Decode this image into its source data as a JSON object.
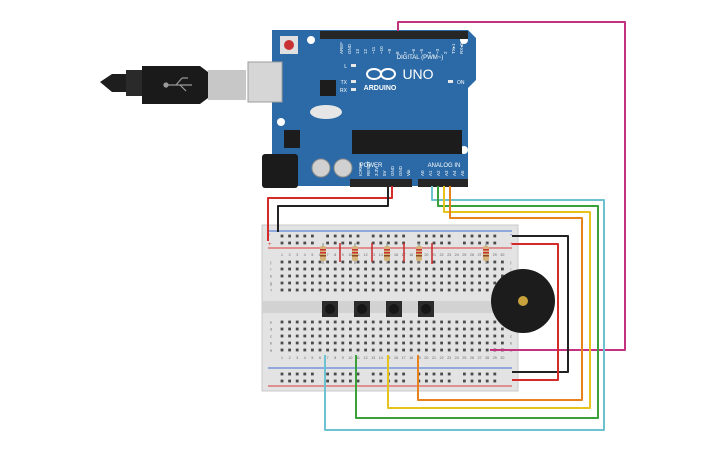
{
  "board": {
    "brand": "ARDUINO",
    "model": "UNO",
    "digital_header_label": "DIGITAL (PWM~)",
    "power_header_label": "POWER",
    "analog_header_label": "ANALOG IN",
    "led_labels": [
      "L",
      "TX",
      "RX"
    ],
    "on_label": "ON",
    "digital_pins": [
      "AREF",
      "GND",
      "13",
      "12",
      "~11",
      "~10",
      "~9",
      "8",
      "7",
      "~6",
      "~5",
      "4",
      "~3",
      "2",
      "TX▸1",
      "RX◂0"
    ],
    "power_pins": [
      "IOREF",
      "RESET",
      "3.3V",
      "5V",
      "GND",
      "GND",
      "Vin"
    ],
    "analog_pins": [
      "A0",
      "A1",
      "A2",
      "A3",
      "A4",
      "A5"
    ],
    "colors": {
      "pcb": "#2b6aa6",
      "pcb_dark": "#1f5286",
      "header": "#262626"
    }
  },
  "breadboard": {
    "column_numbers": [
      "1",
      "2",
      "3",
      "4",
      "5",
      "6",
      "7",
      "8",
      "9",
      "10",
      "11",
      "12",
      "13",
      "14",
      "15",
      "16",
      "17",
      "18",
      "19",
      "20",
      "21",
      "22",
      "23",
      "24",
      "25",
      "26",
      "27",
      "28",
      "29",
      "30"
    ],
    "row_letters_top": [
      "j",
      "i",
      "h",
      "g",
      "f"
    ],
    "row_letters_bottom": [
      "e",
      "d",
      "c",
      "b",
      "a"
    ],
    "rail_plus": "+",
    "rail_minus": "-",
    "colors": {
      "body": "#e3e3e3",
      "hole": "#4a4a4a",
      "rail_red": "#d93b3b",
      "rail_blue": "#3b6fd9"
    }
  },
  "components": {
    "buttons": [
      "button-1",
      "button-2",
      "button-3",
      "button-4"
    ],
    "resistors": [
      "resistor-1",
      "resistor-2",
      "resistor-3",
      "resistor-4",
      "resistor-5",
      "resistor-6"
    ],
    "buzzer": "piezo-buzzer",
    "usb": "usb-cable"
  },
  "wire_colors": {
    "red": "#d42a2a",
    "black": "#222222",
    "magenta": "#c2327e",
    "cyan": "#6cc3cf",
    "green": "#3aa13a",
    "yellow": "#e6c21c",
    "orange": "#e8821c"
  }
}
